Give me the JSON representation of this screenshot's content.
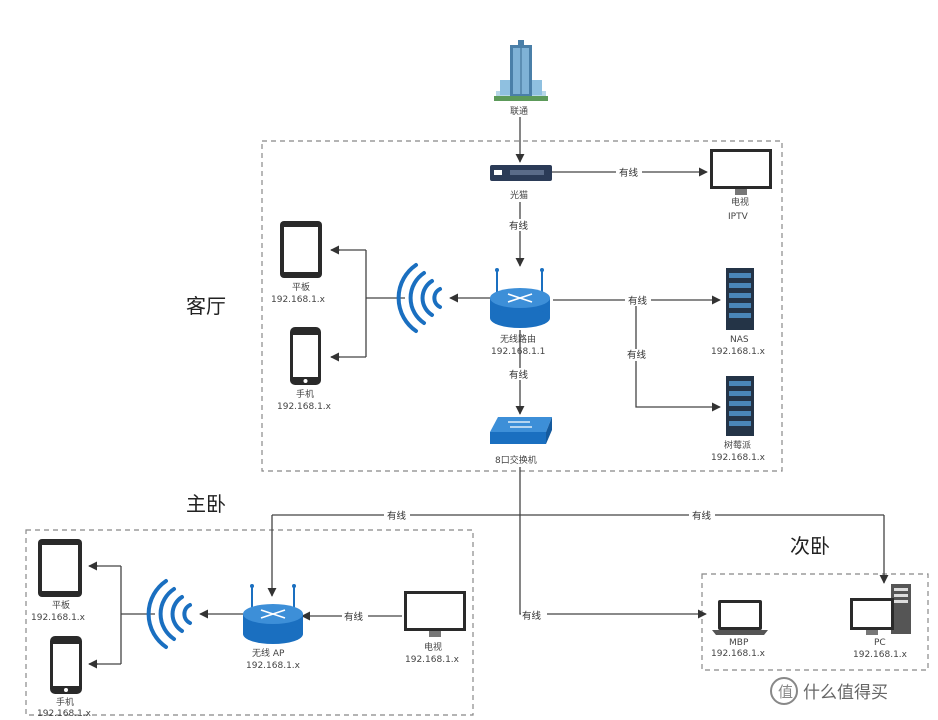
{
  "rooms": {
    "living": "客厅",
    "master": "主卧",
    "second": "次卧"
  },
  "nodes": {
    "isp": "联通",
    "modem": "光猫",
    "tv_iptv": [
      "电视",
      "IPTV"
    ],
    "router": [
      "无线路由",
      "192.168.1.1"
    ],
    "nas": [
      "NAS",
      "192.168.1.x"
    ],
    "raspberry": [
      "树莓派",
      "192.168.1.x"
    ],
    "switch": "8口交换机",
    "tablet_living": [
      "平板",
      "192.168.1.x"
    ],
    "phone_living": [
      "手机",
      "192.168.1.x"
    ],
    "ap": [
      "无线 AP",
      "192.168.1.x"
    ],
    "tv_master": [
      "电视",
      "192.168.1.x"
    ],
    "tablet_master": [
      "平板",
      "192.168.1.x"
    ],
    "phone_master": [
      "手机",
      "192.168.1.x"
    ],
    "mbp": [
      "MBP",
      "192.168.1.x"
    ],
    "pc": [
      "PC",
      "192.168.1.x"
    ]
  },
  "edges": {
    "wired": "有线"
  },
  "watermark": "什么值得买",
  "colors": {
    "blue": "#1a6fc0",
    "blue_light": "#3d8fd8",
    "line": "#444444",
    "dash": "#888888"
  }
}
